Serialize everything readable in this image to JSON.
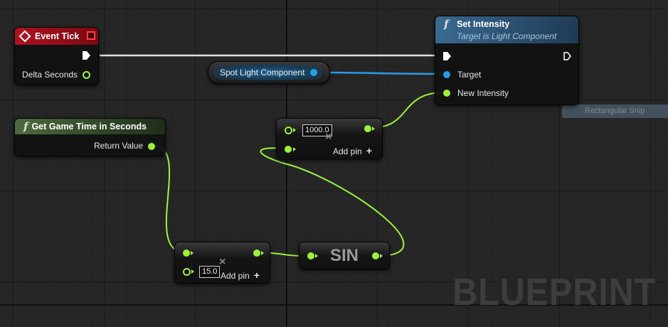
{
  "colors": {
    "grid_bg": "#262626",
    "event_header": "#a0101c",
    "function_header": "#2a5476",
    "pure_function_header": "#3c5a34",
    "float_pin": "#9cf33a",
    "object_pin": "#2a9be8",
    "exec_wire": "#e0e0e0"
  },
  "event_tick": {
    "title": "Event Tick",
    "delta_seconds_label": "Delta Seconds",
    "header_icon": "event-diamond-icon",
    "close_icon": "delegate-square-icon"
  },
  "set_intensity": {
    "title": "Set Intensity",
    "subtitle": "Target is Light Component",
    "target_label": "Target",
    "new_intensity_label": "New Intensity",
    "icon": "function-icon"
  },
  "spot_light": {
    "label": "Spot Light Component"
  },
  "get_game_time": {
    "title": "Get Game Time in Seconds",
    "return_value_label": "Return Value",
    "icon": "function-icon"
  },
  "multiply_top": {
    "value": "1000.0",
    "add_pin_label": "Add pin",
    "op_symbol": "×"
  },
  "multiply_bottom": {
    "value": "15.0",
    "add_pin_label": "Add pin",
    "op_symbol": "×"
  },
  "sin_node": {
    "label": "SIN"
  },
  "tooltip": {
    "text": "Rectangular Snip"
  },
  "watermark": {
    "text": "BLUEPRINT"
  }
}
